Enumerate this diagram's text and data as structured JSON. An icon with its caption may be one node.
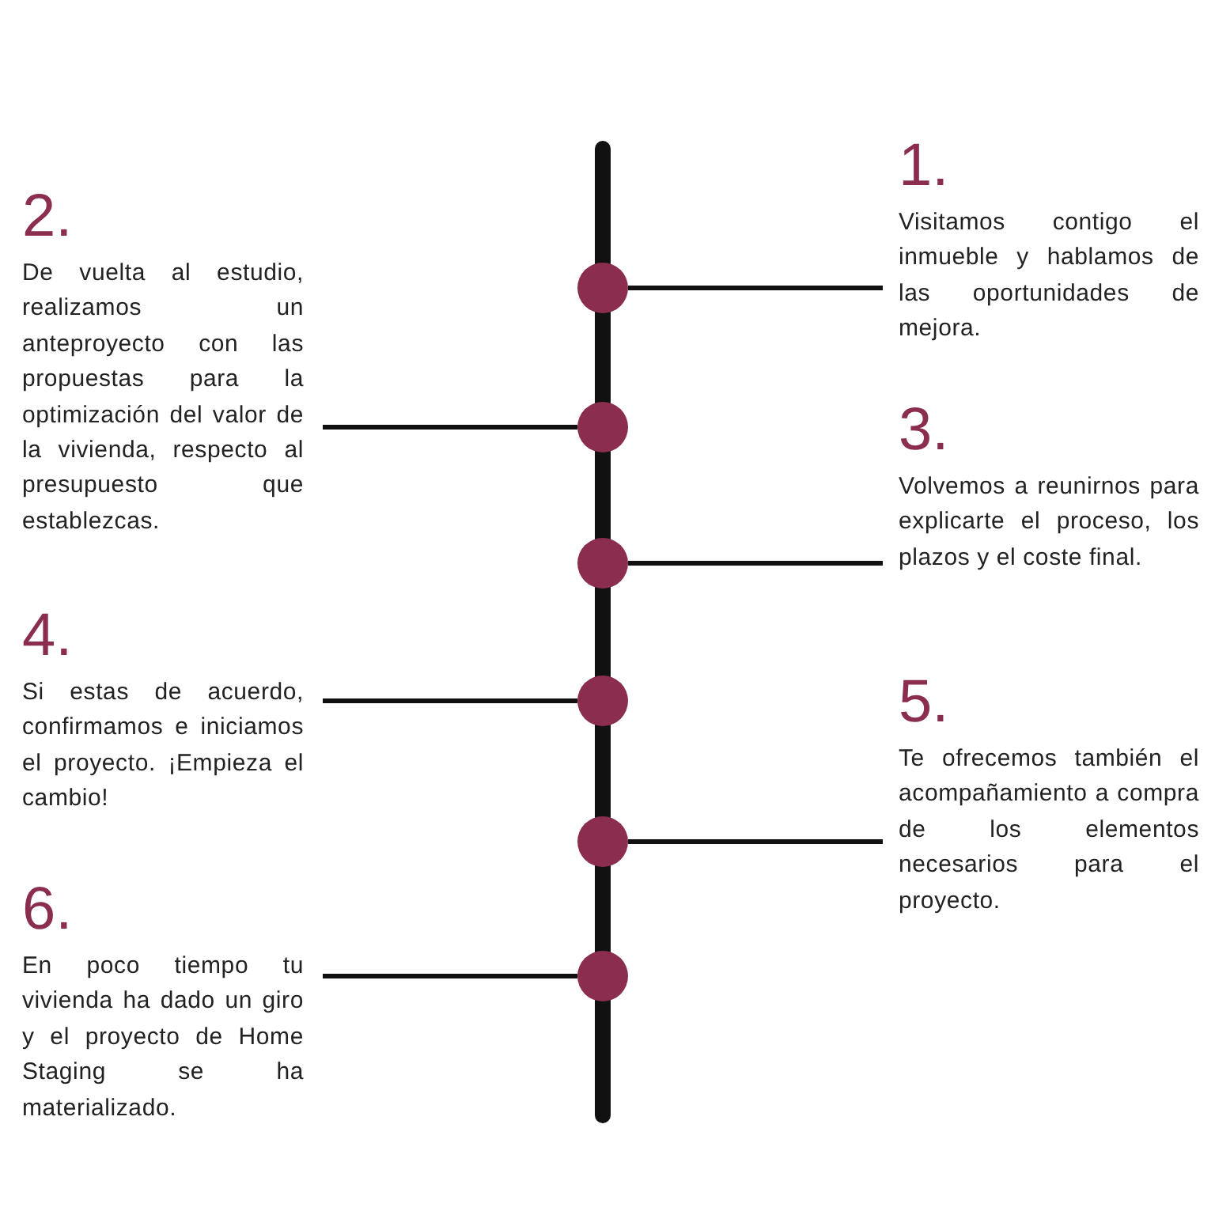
{
  "diagram": {
    "nodes": [
      {
        "text": [
          "1.",
          "Visitamos contigo el inmueble y hablamos de las oportunidades de mejora."
        ]
      },
      {
        "text": [
          "2.",
          "De vuelta al estudio, realizamos un anteproyecto con las propuestas para la optimización del valor de la vivienda, respecto al presupuesto que establezcas."
        ]
      },
      {
        "text": [
          "3.",
          "Volvemos a reunirnos para explicarte el proceso, los plazos y el coste final."
        ]
      },
      {
        "text": [
          "4.",
          "Si estas de acuerdo, confirmamos e iniciamos el proyecto. ¡Empieza el cambio!"
        ]
      },
      {
        "text": [
          "5.",
          "Te ofrecemos también el acompañamiento a compra de los elementos necesarios para el proyecto."
        ]
      },
      {
        "text": [
          "6.",
          "En poco tiempo tu vivienda ha dado un giro y el proyecto de Home Staging se ha materializado."
        ]
      },
      {
        "text": [],
        "shape": "circle"
      },
      {
        "text": [],
        "shape": "circle"
      },
      {
        "text": [],
        "shape": "circle"
      },
      {
        "text": [],
        "shape": "circle"
      },
      {
        "text": [],
        "shape": "circle"
      },
      {
        "text": [],
        "shape": "circle"
      }
    ],
    "edges": [
      {
        "from": 6,
        "to": 0,
        "arrow": "none"
      },
      {
        "from": 7,
        "to": 1,
        "arrow": "none"
      },
      {
        "from": 8,
        "to": 2,
        "arrow": "none"
      },
      {
        "from": 9,
        "to": 3,
        "arrow": "none"
      },
      {
        "from": 10,
        "to": 4,
        "arrow": "none"
      },
      {
        "from": 11,
        "to": 5,
        "arrow": "none"
      }
    ]
  }
}
